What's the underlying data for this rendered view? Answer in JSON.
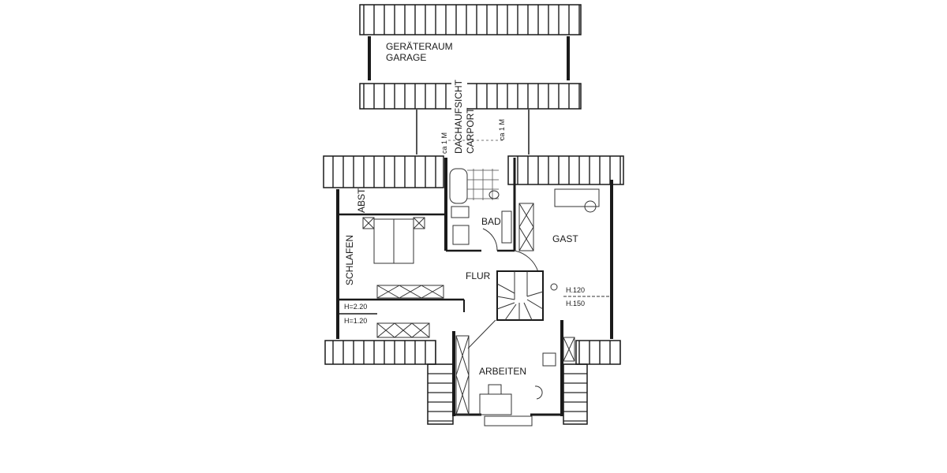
{
  "diagram": {
    "type": "floor-plan",
    "rooms": {
      "garage": {
        "line1": "GERÄTERAUM",
        "line2": "GARAGE"
      },
      "carport": {
        "line1": "DACHAUFSICHT",
        "line2": "CARPORT"
      },
      "abst": "ABST",
      "schlafen": "SCHLAFEN",
      "bad": "BAD",
      "gast": "GAST",
      "flur": "FLUR",
      "arbeiten": "ARBEITEN"
    },
    "dimensions": {
      "carport_left": "ca 1 M",
      "carport_right": "ca 1 M",
      "h220": "H=2.20",
      "h120_left": "H=1.20",
      "h120_right": "H.120",
      "h150": "H.150"
    },
    "colors": {
      "line": "#1a1a1a",
      "background": "#ffffff"
    }
  }
}
